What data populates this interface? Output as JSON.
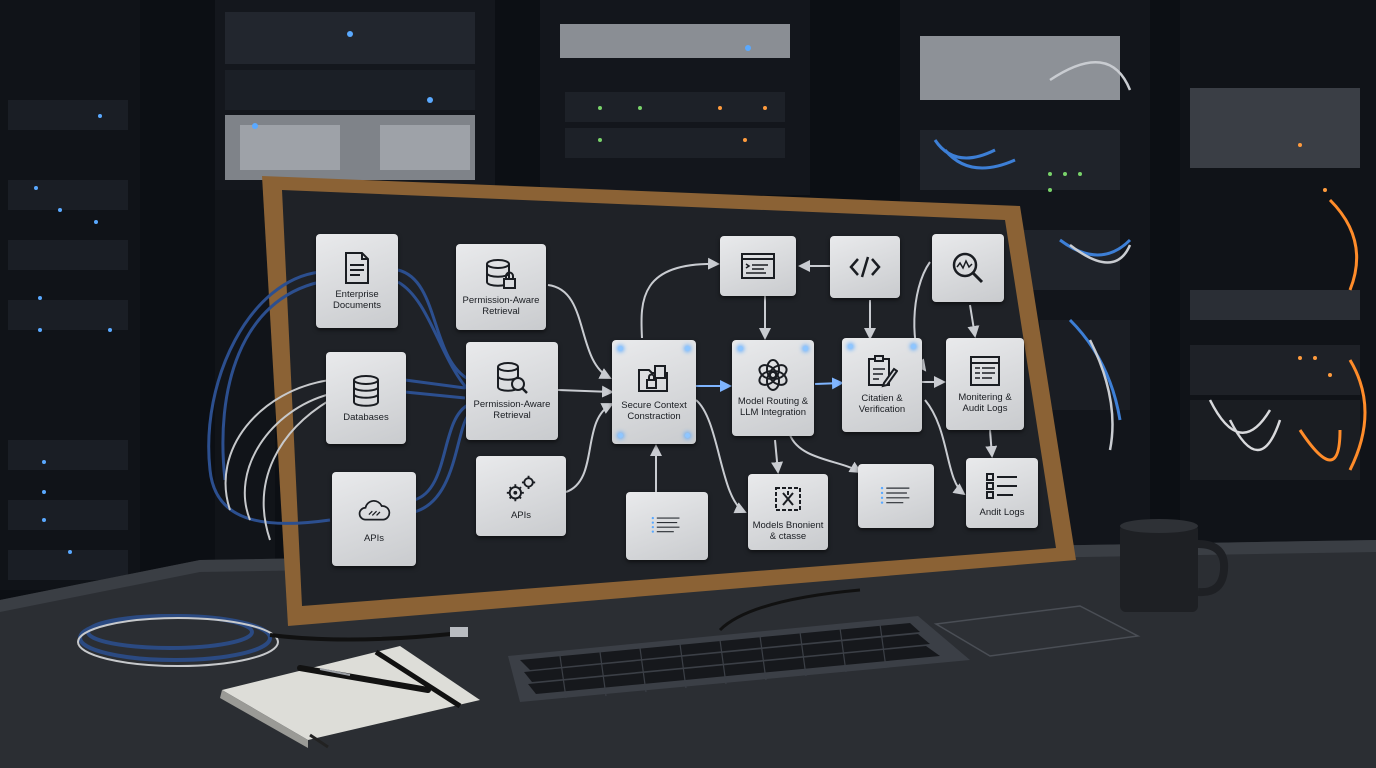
{
  "board": {
    "nodes": {
      "enterprise_documents": "Enterprise Documents",
      "permission_aware_retrieval_top": "Permission-Aware Retrieval",
      "databases": "Databases",
      "permission_aware_retrieval": "Permission-Aware Retrieval",
      "apis_source": "APIs",
      "apis_mid": "APIs",
      "secure_context_construction": "Secure Context Constraction",
      "model_routing": "Model Routing & LLM Integration",
      "citation_verification": "Citatien & Verification",
      "monitoring_audit": "Monitering & Audit Logs",
      "models_environment": "Models Bnonient & ctasse",
      "audit_logs": "Andit Logs"
    }
  },
  "colors": {
    "card": "#dcdee1",
    "felt": "#1f2227",
    "frame": "#8b6235",
    "cable": "#2c4f8f",
    "led_blue": "#5aa9ff",
    "led_orange": "#ff9b3d"
  },
  "icons": {
    "enterprise_documents": "document-icon",
    "permission_aware_retrieval_top": "database-lock-icon",
    "databases": "database-icon",
    "permission_aware_retrieval": "database-search-icon",
    "apis_source": "cloud-icon",
    "apis_mid": "gears-icon",
    "secure_context_construction": "folder-lock-icon",
    "model_routing": "llm-knot-icon",
    "citation_verification": "document-pen-icon",
    "monitoring_audit": "log-window-icon",
    "models_environment": "model-box-icon",
    "audit_logs": "checklist-icon",
    "terminal": "terminal-window-icon",
    "code": "code-icon",
    "search_chart": "search-chart-icon"
  }
}
